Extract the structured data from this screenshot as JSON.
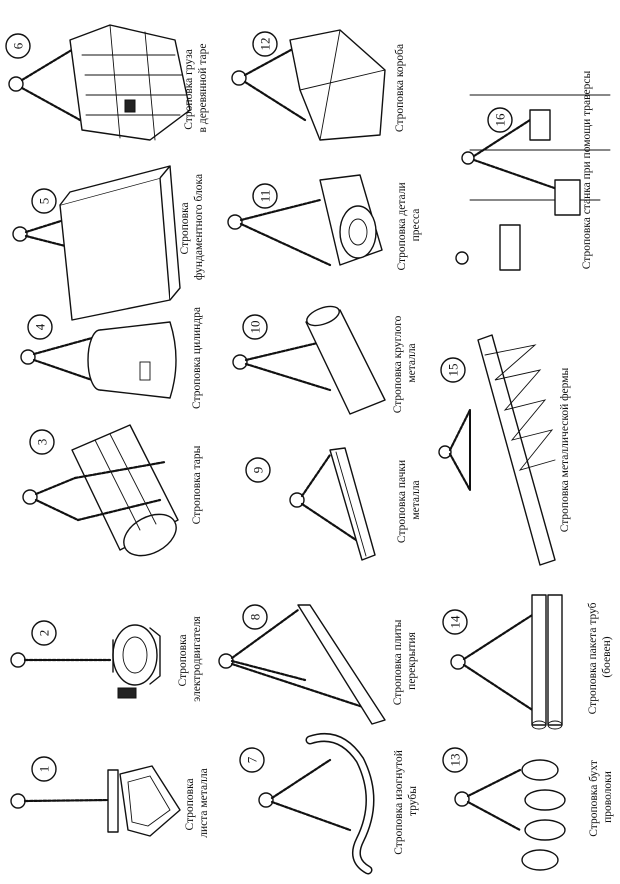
{
  "figures": [
    {
      "id": 1,
      "number": "1",
      "caption": [
        "Строповка",
        "листа металла"
      ]
    },
    {
      "id": 2,
      "number": "2",
      "caption": [
        "Строповка",
        "электродвигателя"
      ]
    },
    {
      "id": 3,
      "number": "3",
      "caption": [
        "Строповка тары"
      ]
    },
    {
      "id": 4,
      "number": "4",
      "caption": [
        "Строповка цилиндра"
      ]
    },
    {
      "id": 5,
      "number": "5",
      "caption": [
        "Строповка",
        "фундаментного блока"
      ]
    },
    {
      "id": 6,
      "number": "6",
      "caption": [
        "Строповка груза",
        "в деревянной таре"
      ]
    },
    {
      "id": 7,
      "number": "7",
      "caption": [
        "Строповка изогнутой",
        "трубы"
      ]
    },
    {
      "id": 8,
      "number": "8",
      "caption": [
        "Строповка плиты",
        "перекрытия"
      ]
    },
    {
      "id": 9,
      "number": "9",
      "caption": [
        "Строповка пачки",
        "металла"
      ]
    },
    {
      "id": 10,
      "number": "10",
      "caption": [
        "Строповка круглого",
        "металла"
      ]
    },
    {
      "id": 11,
      "number": "11",
      "caption": [
        "Строповка детали",
        "пресса"
      ]
    },
    {
      "id": 12,
      "number": "12",
      "caption": [
        "Строповка короба"
      ]
    },
    {
      "id": 13,
      "number": "13",
      "caption": [
        "Строповка бухт",
        "проволоки"
      ]
    },
    {
      "id": 14,
      "number": "14",
      "caption": [
        "Строповка пакета труб",
        "(боевен)"
      ]
    },
    {
      "id": 15,
      "number": "15",
      "caption": [
        "Строповка металлической фермы"
      ]
    },
    {
      "id": 16,
      "number": "16",
      "caption": [
        "Строповка станка при помощи траверсы"
      ]
    }
  ]
}
